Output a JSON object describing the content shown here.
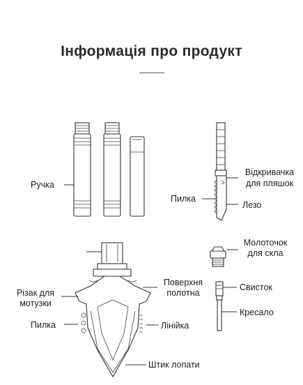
{
  "title": "Інформація про продукт",
  "labels": {
    "handle": "Ручка",
    "opener_line1": "Відкривачка",
    "opener_line2": "для пляшок",
    "saw_right": "Пилка",
    "blade": "Лезо",
    "hammer_line1": "Молоточок",
    "hammer_line2": "для скла",
    "surface_line1": "Поверхня",
    "surface_line2": "полотна",
    "cutter_line1": "Різак для",
    "cutter_line2": "мотузки",
    "whistle": "Свисток",
    "saw_left": "Пилка",
    "ruler": "Лінійка",
    "flint": "Кресало",
    "tip": "Штик лопати"
  }
}
